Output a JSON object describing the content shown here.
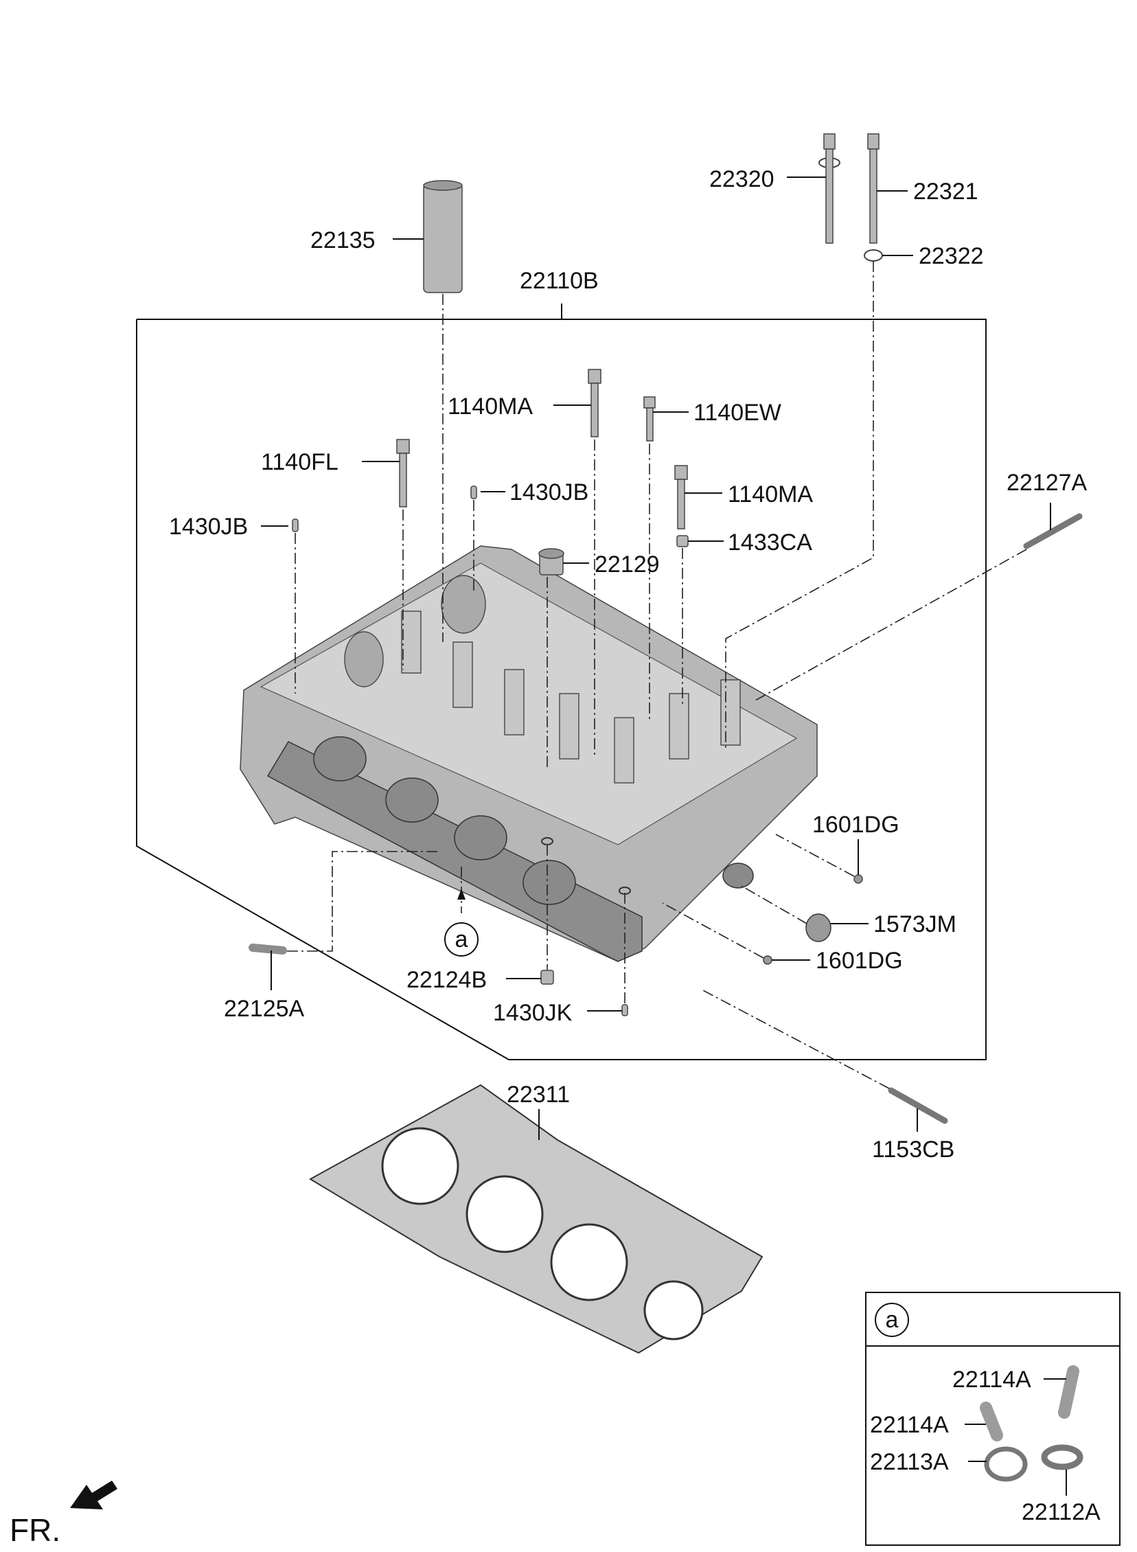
{
  "diagram": {
    "labels": {
      "p22320": "22320",
      "p22321": "22321",
      "p22322": "22322",
      "p22135": "22135",
      "p22110B": "22110B",
      "p1140MA_a": "1140MA",
      "p1140EW": "1140EW",
      "p1140FL": "1140FL",
      "p1430JB_a": "1430JB",
      "p1140MA_b": "1140MA",
      "p1430JB_b": "1430JB",
      "p1433CA": "1433CA",
      "p22129": "22129",
      "p22127A": "22127A",
      "p1601DG_a": "1601DG",
      "p1573JM": "1573JM",
      "p1601DG_b": "1601DG",
      "p22124B": "22124B",
      "p1430JK": "1430JK",
      "p22125A": "22125A",
      "p22311": "22311",
      "p1153CB": "1153CB"
    },
    "callout_ref": "a",
    "inset": {
      "ref": "a",
      "labels": {
        "p22114A_a": "22114A",
        "p22114A_b": "22114A",
        "p22113A": "22113A",
        "p22112A": "22112A"
      }
    },
    "front_marker": "FR."
  }
}
